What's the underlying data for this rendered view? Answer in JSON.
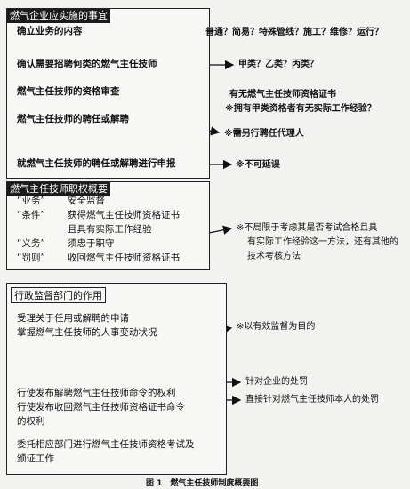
{
  "section1": {
    "title": "燃气企业应实施的事宜",
    "steps": [
      "确立业务的内容",
      "确认需要招聘何类的燃气主任技师",
      "燃气主任技师的资格审查",
      "燃气主任技师的聘任或解聘",
      "就燃气主任技师的聘任或解聘进行申报"
    ],
    "notes": [
      "普通？简易？特殊管线？施工？维修？运行？",
      "甲类？乙类？丙类？",
      "有无燃气主任技师资格证书",
      "※拥有甲类资格者有无实际工作经验？",
      "※需另行聘任代理人",
      "※不可延误"
    ]
  },
  "section2": {
    "title": "燃气主任技师职权概要",
    "rows": [
      {
        "term": "“业务”",
        "desc": "安全监督"
      },
      {
        "term": "“条件”",
        "desc": "获得燃气主任技师资格证书"
      },
      {
        "term": "",
        "desc": "且具有实际工作经验"
      },
      {
        "term": "“义务”",
        "desc": "须忠于职守"
      },
      {
        "term": "“罚则”",
        "desc": "收回燃气主任技师资格证书"
      }
    ],
    "note_lines": [
      "※不局限于考虑其是否考试合格且具",
      "有实际工作经验这一方法，还有其他的",
      "技术考核方法"
    ]
  },
  "section3": {
    "title": "行政监督部门的作用",
    "group1": [
      "受理关于任用或解聘的申请",
      "掌握燃气主任技师的人事变动状况"
    ],
    "group2": [
      "行使发布解聘燃气主任技师命令的权利",
      "行使发布收回燃气主任技师资格证书命令",
      "的权利"
    ],
    "group3": [
      "委托相应部门进行燃气主任技师资格考试及",
      "颁证工作"
    ],
    "notes": [
      "※以有效监督为目的",
      "针对企业的处罚",
      "直接针对燃气主任技师本人的处罚"
    ]
  },
  "caption": "图 1　燃气主任技师制度概要图"
}
